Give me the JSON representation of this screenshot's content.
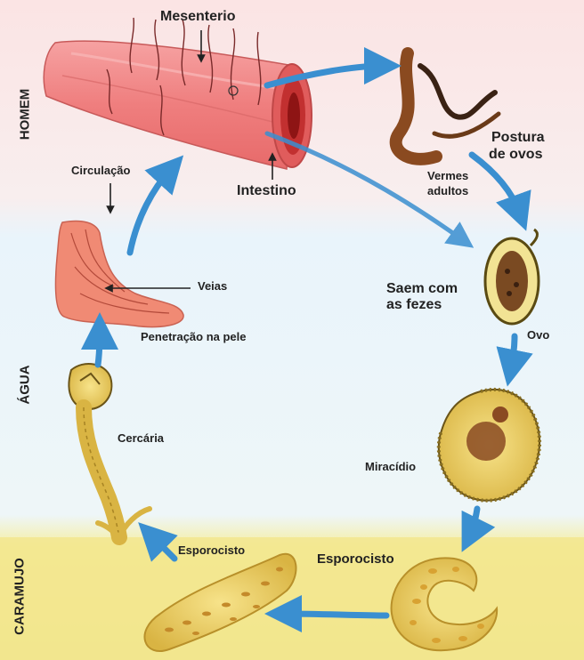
{
  "zones": {
    "homem": "HOMEM",
    "agua": "ÁGUA",
    "caramujo": "CARAMUJO"
  },
  "labels": {
    "mesenterio": "Mesenterio",
    "intestino": "Intestino",
    "postura_line1": "Postura",
    "postura_line2": "de ovos",
    "vermes_line1": "Vermes",
    "vermes_line2": "adultos",
    "saem_line1": "Saem com",
    "saem_line2": "as fezes",
    "ovo": "Ovo",
    "miracidio": "Miracídio",
    "esporocisto_snail": "Esporocisto",
    "esporocisto_big": "Esporocisto",
    "cercaria": "Cercária",
    "penetracao": "Penetração na pele",
    "veias": "Veias",
    "circulacao": "Circulação"
  },
  "colors": {
    "band_top": "#fbe4e4",
    "band_middle": "#e6f3fb",
    "band_bottom": "#f3e88c",
    "arrow_blue": "#3a8fd0",
    "intestine": "#ee7f7f",
    "worm": "#8a4a20",
    "organism_yellow": "#f0d66a"
  }
}
